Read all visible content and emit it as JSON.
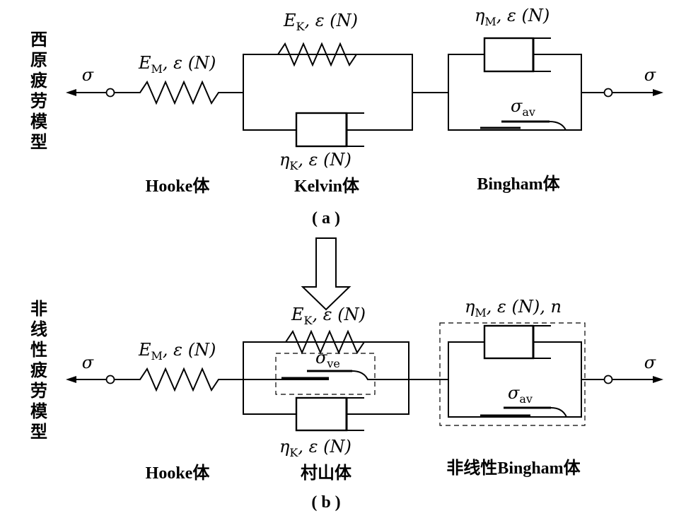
{
  "panel_a": {
    "side_title": [
      "西",
      "原",
      "疲",
      "劳",
      "模",
      "型"
    ],
    "sigma_left": "σ",
    "sigma_right": "σ",
    "hooke_label": "Hooke体",
    "kelvin_label": "Kelvin体",
    "bingham_label": "Bingham体",
    "caption": "( a )",
    "hooke_param": {
      "sym": "E",
      "sub": "M",
      "rest": ", ε (N)"
    },
    "kelvin_spring_param": {
      "sym": "E",
      "sub": "K",
      "rest": ", ε (N)"
    },
    "kelvin_dashpot_param": {
      "sym": "η",
      "sub": "K",
      "rest": ", ε (N)"
    },
    "bingham_dashpot_param": {
      "sym": "η",
      "sub": "M",
      "rest": ", ε (N)"
    },
    "bingham_slider_param": {
      "sym": "σ",
      "sub": "av"
    }
  },
  "panel_b": {
    "side_title": [
      "非",
      "线",
      "性",
      "疲",
      "劳",
      "模",
      "型"
    ],
    "sigma_left": "σ",
    "sigma_right": "σ",
    "hooke_label": "Hooke体",
    "murayama_label": "村山体",
    "bingham_label": "非线性Bingham体",
    "caption": "( b )",
    "hooke_param": {
      "sym": "E",
      "sub": "M",
      "rest": ", ε (N)"
    },
    "kelvin_spring_param": {
      "sym": "E",
      "sub": "K",
      "rest": ", ε (N)"
    },
    "kelvin_dashpot_param": {
      "sym": "η",
      "sub": "K",
      "rest": ", ε (N)"
    },
    "kelvin_slider_param": {
      "sym": "σ",
      "sub": "ve"
    },
    "bingham_dashpot_param": {
      "sym": "η",
      "sub": "M",
      "rest": ", ε (N), ",
      "extra": "n"
    },
    "bingham_slider_param": {
      "sym": "σ",
      "sub": "av"
    }
  }
}
